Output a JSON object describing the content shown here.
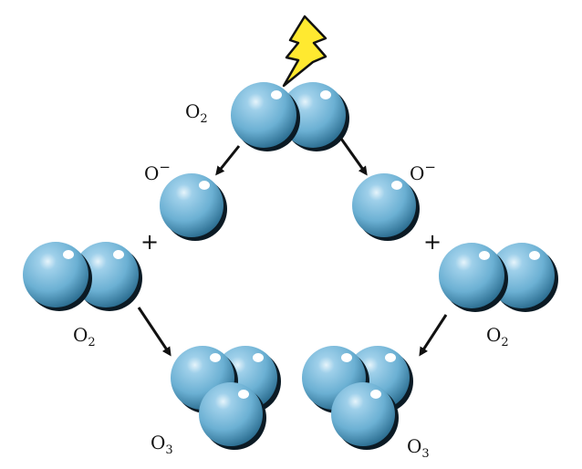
{
  "colors": {
    "atom_highlight": "#e6f4fb",
    "atom_light": "#9fd0ea",
    "atom_mid": "#6bb0d3",
    "atom_dark": "#2d6f92",
    "atom_shadow": "#0b1a24",
    "bolt_fill": "#ffe930",
    "bolt_stroke": "#111111",
    "arrow": "#111111",
    "text": "#111111"
  },
  "icons": {
    "energy": "lightning-bolt-icon"
  },
  "labels": {
    "top_o2": {
      "base": "O",
      "sub": "2"
    },
    "left_o_ion": {
      "base": "O",
      "sup": "−"
    },
    "right_o_ion": {
      "base": "O",
      "sup": "−"
    },
    "left_plus": "+",
    "right_plus": "+",
    "left_o2": {
      "base": "O",
      "sub": "2"
    },
    "right_o2": {
      "base": "O",
      "sub": "2"
    },
    "left_o3": {
      "base": "O",
      "sub": "3"
    },
    "right_o3": {
      "base": "O",
      "sub": "3"
    }
  }
}
